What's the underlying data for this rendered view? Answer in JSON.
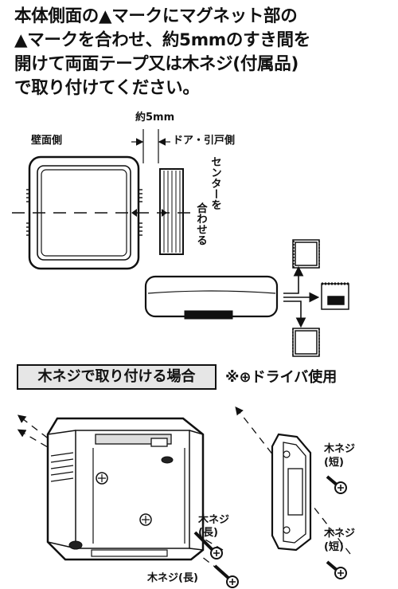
{
  "instruction_lines": [
    "本体側面の▲マークにマグネット部の",
    "▲マークを合わせ、約5mmのすき間を",
    "開けて両面テープ又は木ネジ(付属品)",
    "で取り付けてください。"
  ],
  "top_diagram": {
    "gap_label": "約5mm",
    "wall_side_label": "壁面側",
    "door_side_label": "ドア・引戸側",
    "center_label_1": "センターを",
    "center_label_2": "合わせる"
  },
  "screw_section": {
    "heading": "木ネジで取り付ける場合",
    "note": "※⊕ドライバ使用",
    "screw_long_label": "木ネジ(長)",
    "screw_long_label_1": "木ネジ",
    "screw_long_label_2": "(長)",
    "screw_short_label_1": "木ネジ",
    "screw_short_label_2": "(短)"
  }
}
